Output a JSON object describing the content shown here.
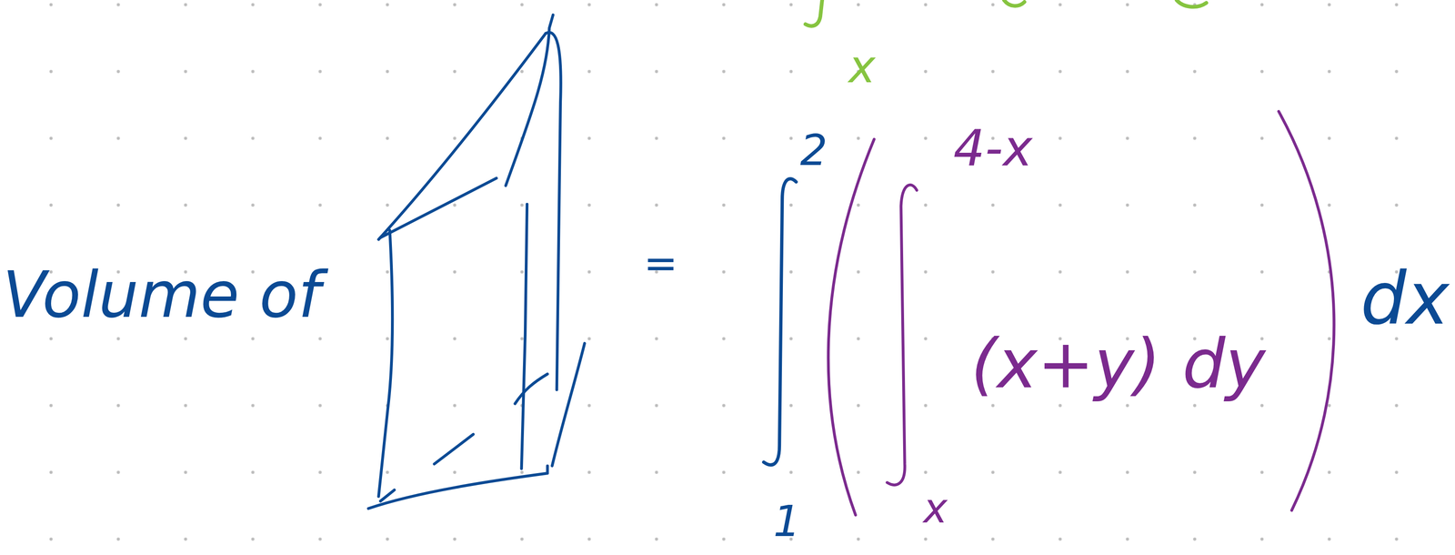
{
  "diagram": {
    "labels": [
      "Volume of",
      "=",
      "2",
      "1",
      "4-x",
      "x",
      "(x+y) dy",
      "dx",
      "x"
    ]
  }
}
